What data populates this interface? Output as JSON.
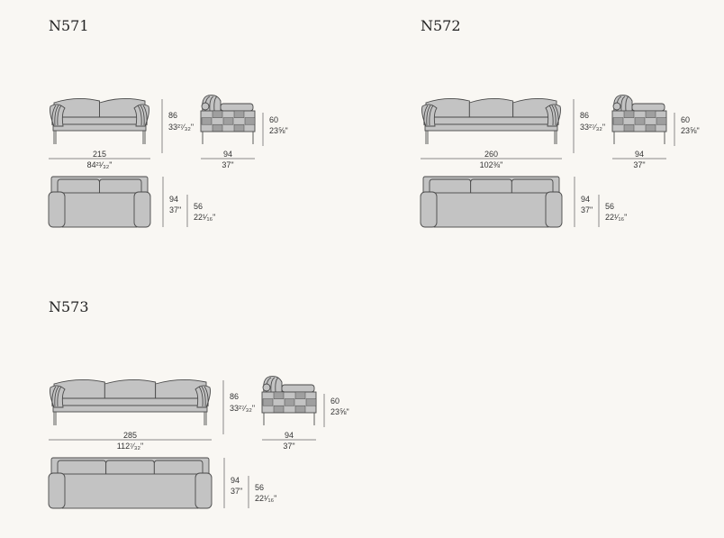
{
  "models": [
    {
      "name": "N571",
      "cushions": 2,
      "height_cm": "86",
      "height_in": "33²⁷⁄₃₂\"",
      "width_cm": "215",
      "width_in": "84²¹⁄₃₂\"",
      "depth_cm": "94",
      "depth_in": "37\"",
      "arm_height_cm": "60",
      "arm_height_in": "23⅝\"",
      "seat_depth_cm": "56",
      "seat_depth_in": "22¹⁄₁₆\""
    },
    {
      "name": "N572",
      "cushions": 3,
      "height_cm": "86",
      "height_in": "33²⁷⁄₃₂\"",
      "width_cm": "260",
      "width_in": "102⅜\"",
      "depth_cm": "94",
      "depth_in": "37\"",
      "arm_height_cm": "60",
      "arm_height_in": "23⅝\"",
      "seat_depth_cm": "56",
      "seat_depth_in": "22¹⁄₁₆\""
    },
    {
      "name": "N573",
      "cushions": 3,
      "height_cm": "86",
      "height_in": "33²⁷⁄₃₂\"",
      "width_cm": "285",
      "width_in": "112⁷⁄₃₂\"",
      "depth_cm": "94",
      "depth_in": "37\"",
      "arm_height_cm": "60",
      "arm_height_in": "23⅝\"",
      "seat_depth_cm": "56",
      "seat_depth_in": "22¹⁄₁₆\""
    }
  ],
  "colors": {
    "background": "#f9f7f3",
    "upholstery": "#c3c3c3",
    "outline": "#4a4a4a",
    "dimension_line": "#8a8a8a"
  }
}
